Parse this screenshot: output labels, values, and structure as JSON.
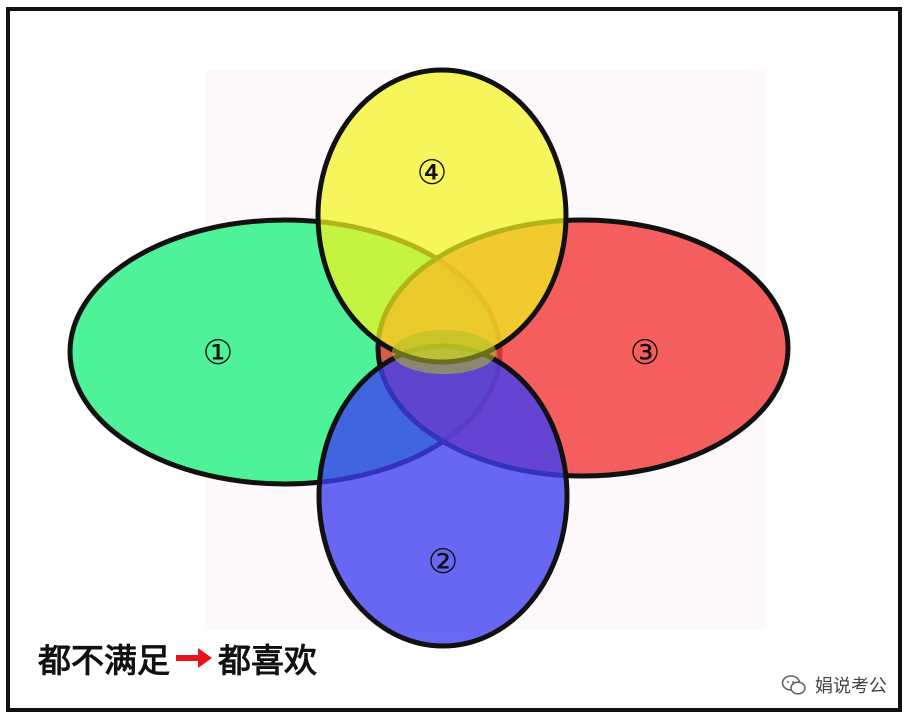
{
  "diagram": {
    "type": "four-set venn",
    "regions": [
      {
        "id": "1",
        "label": "①",
        "color": "#36f08a"
      },
      {
        "id": "2",
        "label": "②",
        "color": "#3d3df2"
      },
      {
        "id": "3",
        "label": "③",
        "color": "#f23c3c"
      },
      {
        "id": "4",
        "label": "④",
        "color": "#f2f21e"
      }
    ],
    "border_color": "#111111"
  },
  "caption": {
    "before": "都不满足",
    "after": "都喜欢",
    "arrow_color": "#e8141c"
  },
  "watermark": {
    "text": "娟说考公",
    "icon": "wechat-icon"
  }
}
